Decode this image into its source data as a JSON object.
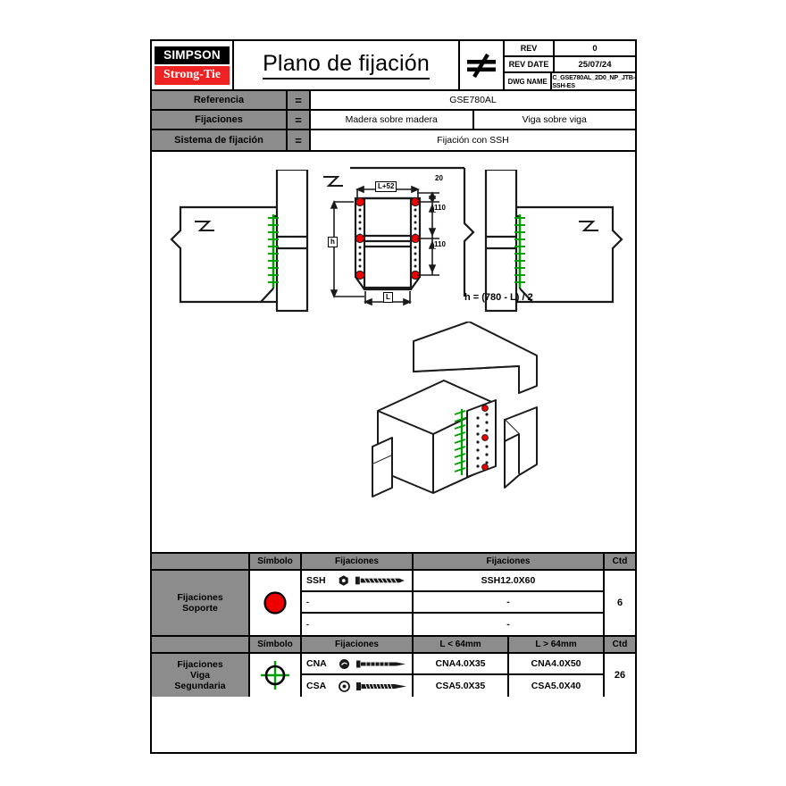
{
  "header": {
    "logo_top": "SIMPSON",
    "logo_bottom": "Strong-Tie",
    "title": "Plano de fijación",
    "neq_symbol": "≠",
    "rev_label": "REV",
    "rev_value": "0",
    "rev_date_label": "REV DATE",
    "rev_date_value": "25/07/24",
    "dwg_name_label": "DWG NAME",
    "dwg_name_value": "C_GSE780AL_2D0_NP_JTB-SSH-ES"
  },
  "info_rows": [
    {
      "label": "Referencia",
      "eq": "=",
      "values": [
        "GSE780AL"
      ]
    },
    {
      "label": "Fijaciones",
      "eq": "=",
      "values": [
        "Madera sobre madera",
        "Viga sobre viga"
      ]
    },
    {
      "label": "Sistema de fijación",
      "eq": "=",
      "values": [
        "Fijación con SSH"
      ]
    }
  ],
  "drawing": {
    "formula": "h = (780 - L) / 2",
    "dim_top": "L+52",
    "dim_bottom": "L",
    "dim_left": "h",
    "dim_right_1": "20",
    "dim_right_2": "110",
    "dim_right_3": "110"
  },
  "table_support": {
    "row_title": "Fijaciones\nSoporte",
    "row_title_line1": "Fijaciones",
    "row_title_line2": "Soporte",
    "headers": {
      "symbol": "Símbolo",
      "fixings": "Fijaciones",
      "fixings2": "Fijaciones",
      "qty": "Ctd"
    },
    "symbol_color": "#ee0000",
    "symbol_name": "red-filled-circle",
    "rows": [
      {
        "code": "SSH",
        "head_icon": "hex-head-icon",
        "screw_icon": "lag-screw-icon",
        "spec": "SSH12.0X60"
      },
      {
        "code": "-",
        "head_icon": "",
        "screw_icon": "",
        "spec": "-"
      },
      {
        "code": "-",
        "head_icon": "",
        "screw_icon": "",
        "spec": "-"
      }
    ],
    "qty": "6"
  },
  "table_secondary": {
    "row_title_line1": "Fijaciones",
    "row_title_line2": "Viga",
    "row_title_line3": "Segundaria",
    "headers": {
      "symbol": "Símbolo",
      "fixings": "Fijaciones",
      "col_a": "L < 64mm",
      "col_b": "L > 64mm",
      "qty": "Ctd"
    },
    "symbol_color": "#00a000",
    "symbol_name": "green-crosshair-circle",
    "rows": [
      {
        "code": "CNA",
        "head_icon": "swirl-head-icon",
        "screw_icon": "nail-icon",
        "a": "CNA4.0X35",
        "b": "CNA4.0X50"
      },
      {
        "code": "CSA",
        "head_icon": "ring-head-icon",
        "screw_icon": "screw-icon",
        "a": "CSA5.0X35",
        "b": "CSA5.0X40"
      }
    ],
    "qty": "26"
  },
  "colors": {
    "header_gray": "#8c8c8c",
    "brand_red": "#ee2222",
    "fastener_red": "#ee0000",
    "fastener_green": "#00a000",
    "line": "#1a1a1a"
  }
}
